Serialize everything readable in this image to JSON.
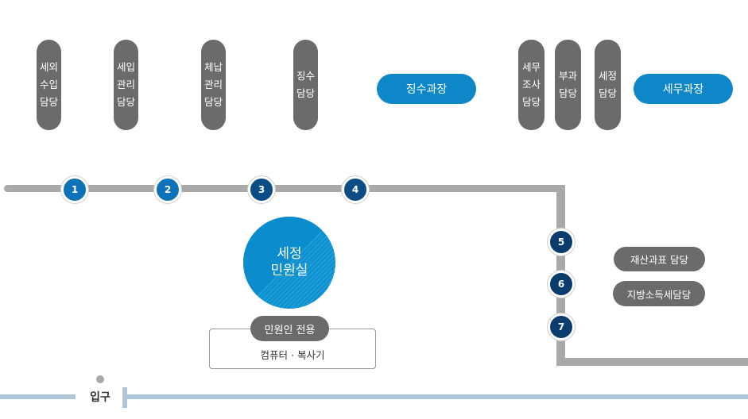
{
  "desks": [
    {
      "label": "세외\n수입\n담당"
    },
    {
      "label": "세입\n관리\n담당"
    },
    {
      "label": "체납\n관리\n담당"
    },
    {
      "label": "징수\n담당"
    },
    {
      "label": "세무\n조사\n담당"
    },
    {
      "label": "부과\n담당"
    },
    {
      "label": "세정\n담당"
    }
  ],
  "sections": {
    "collection": "징수과장",
    "tax": "세무과장"
  },
  "nodes": [
    "1",
    "2",
    "3",
    "4",
    "5",
    "6",
    "7"
  ],
  "civil_center": {
    "title_line1": "세정",
    "title_line2": "민원실",
    "badge": "민원인 전용",
    "equipment": "컴퓨터 · 복사기"
  },
  "right_desks": {
    "property": "재산과표 담당",
    "local_income": "지방소득세담당"
  },
  "entrance": "입구",
  "colors": {
    "accent_blue": "#0e87c9",
    "desk_gray": "#6b6b6b",
    "path_gray": "#a9a9a9",
    "entrance_line": "#aec6da"
  }
}
